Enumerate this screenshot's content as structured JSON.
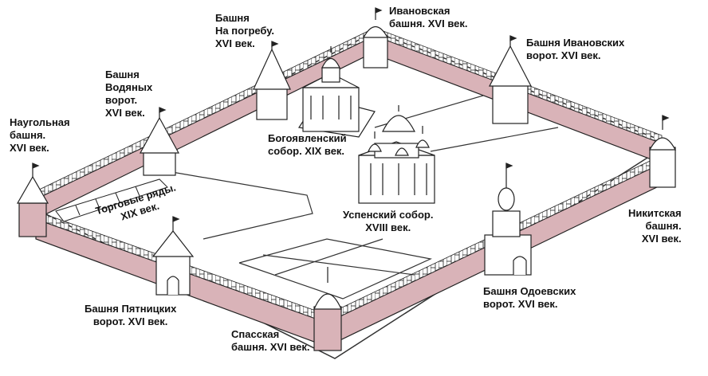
{
  "labels": {
    "naugolnaya": [
      "Наугольная",
      "башня.",
      "XVI век."
    ],
    "vodyanyh": [
      "Башня",
      "Водяных",
      "ворот.",
      "XVI век."
    ],
    "na_pogrebu": [
      "Башня",
      "На погребу.",
      "XVI век."
    ],
    "ivanovskaya": [
      "Ивановская",
      "башня. XVI век."
    ],
    "ivanovskih_vorot": [
      "Башня Ивановских",
      "ворот. XVI век."
    ],
    "bogoyavlensky": [
      "Богоявленский",
      "собор. XIX век."
    ],
    "uspensky": [
      "Успенский собор.",
      "XVIII век."
    ],
    "torgovye": [
      "Торговые ряды.",
      "XIX век."
    ],
    "nikitskaya": [
      "Никитская",
      "башня.",
      "XVI век."
    ],
    "pyatnitskih": [
      "Башня Пятницких",
      "ворот. XVI век."
    ],
    "odoevskih": [
      "Башня Одоевских",
      "ворот. XVI век."
    ],
    "spasskaya": [
      "Спасская",
      "башня. XVI век."
    ]
  },
  "colors": {
    "wall": "#d9b3b8",
    "outline": "#222222",
    "ground": "#ffffff"
  }
}
